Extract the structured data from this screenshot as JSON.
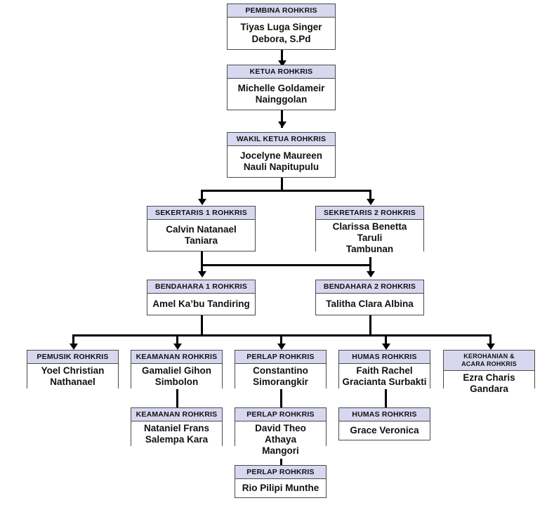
{
  "document": {
    "title": "Struktur Organisasi Rohkris",
    "type": "organizational-chart",
    "background_color": "#ffffff",
    "header_color": "#d7d7ef",
    "body_color": "#ffffff",
    "border_color": "#4a4a4a",
    "connector_color": "#000000"
  },
  "nodes": {
    "pembina": {
      "role": "PEMBINA ROHKRIS",
      "name": "Tiyas Luga Singer\nDebora, S.Pd"
    },
    "ketua": {
      "role": "KETUA ROHKRIS",
      "name": "Michelle Goldameir\nNainggolan"
    },
    "wakil_ketua": {
      "role": "WAKIL KETUA ROHKRIS",
      "name": "Jocelyne Maureen\nNauli Napitupulu"
    },
    "sekretaris_1": {
      "role": "SEKERTARIS 1 ROHKRIS",
      "name": "Calvin Natanael\nTaniara"
    },
    "sekretaris_2": {
      "role": "SEKRETARIS 2 ROHKRIS",
      "name": "Clarissa Benetta Taruli\nTambunan"
    },
    "bendahara_1": {
      "role": "BENDAHARA 1 ROHKRIS",
      "name": "Amel Ka’bu Tandiring"
    },
    "bendahara_2": {
      "role": "BENDAHARA 2 ROHKRIS",
      "name": "Talitha Clara Albina"
    },
    "pemusik": {
      "role": "PEMUSIK ROHKRIS",
      "name": "Yoel Christian\nNathanael"
    },
    "keamanan_1": {
      "role": "KEAMANAN ROHKRIS",
      "name": "Gamaliel Gihon\nSimbolon"
    },
    "keamanan_2": {
      "role": "KEAMANAN ROHKRIS",
      "name": "Nataniel Frans\nSalempa Kara"
    },
    "perlap_1": {
      "role": "PERLAP ROHKRIS",
      "name": "Constantino\nSimorangkir"
    },
    "perlap_2": {
      "role": "PERLAP ROHKRIS",
      "name": "David Theo Athaya\nMangori"
    },
    "perlap_3": {
      "role": "PERLAP ROHKRIS",
      "name": "Rio Pilipi Munthe"
    },
    "humas_1": {
      "role": "HUMAS ROHKRIS",
      "name": "Faith Rachel\nGracianta Surbakti"
    },
    "humas_2": {
      "role": "HUMAS ROHKRIS",
      "name": "Grace Veronica"
    },
    "kerohanian": {
      "role": "KEROHANIAN &\nACARA ROHKRIS",
      "name": "Ezra Charis\nGandara"
    }
  }
}
